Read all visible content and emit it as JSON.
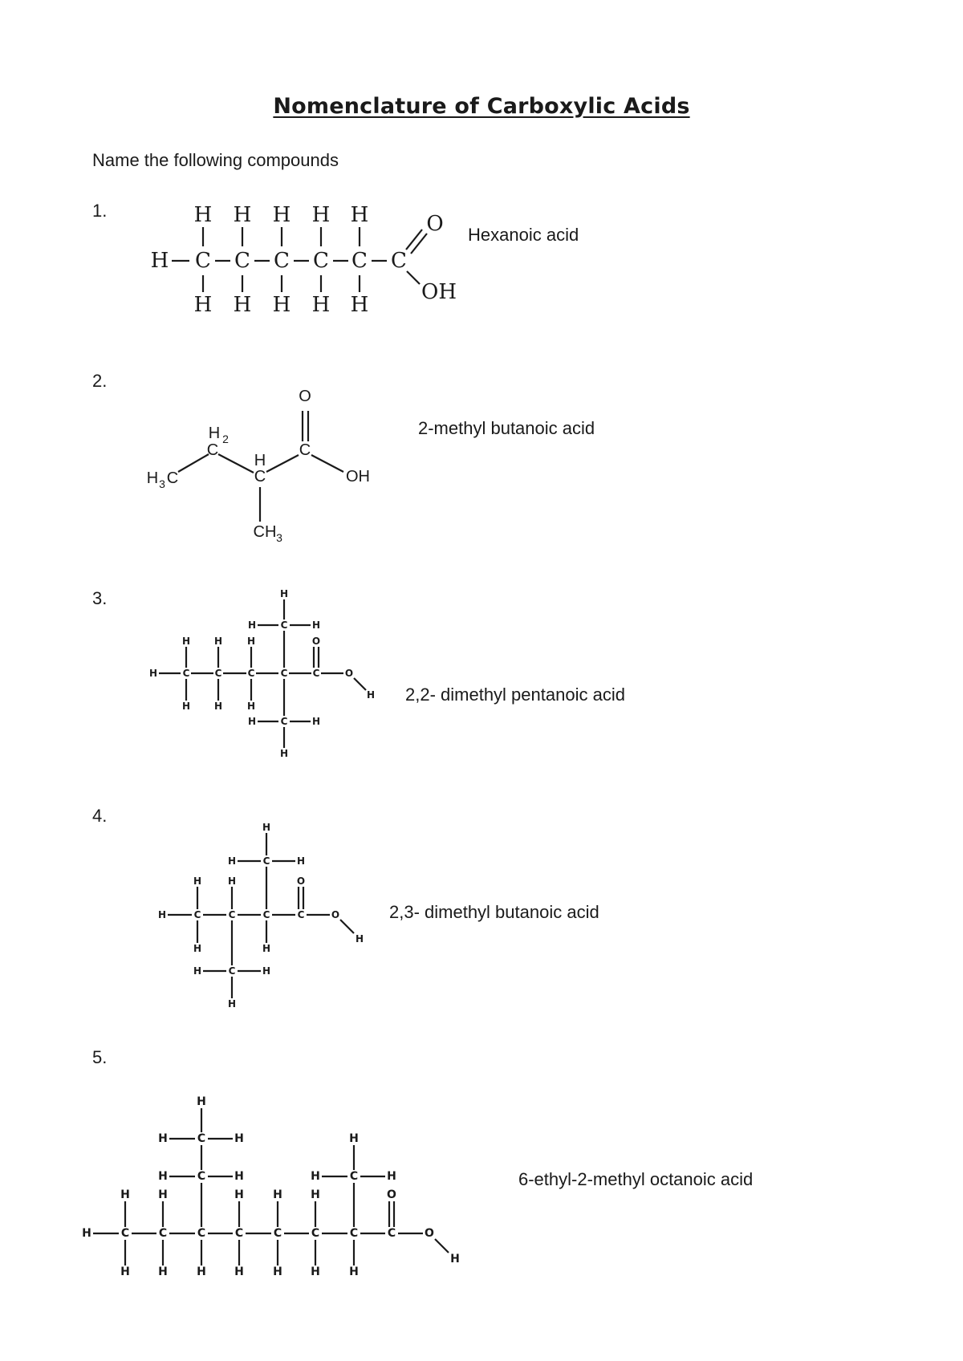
{
  "title": "Nomenclature of Carboxylic Acids",
  "instructions": "Name the following compounds",
  "questions": [
    {
      "number": "1.",
      "answer": "Hexanoic acid"
    },
    {
      "number": "2.",
      "answer": "2-methyl butanoic acid"
    },
    {
      "number": "3.",
      "answer": "2,2- dimethyl pentanoic acid"
    },
    {
      "number": "4.",
      "answer": "2,3- dimethyl butanoic acid"
    },
    {
      "number": "5.",
      "answer": "6-ethyl-2-methyl octanoic acid"
    }
  ]
}
